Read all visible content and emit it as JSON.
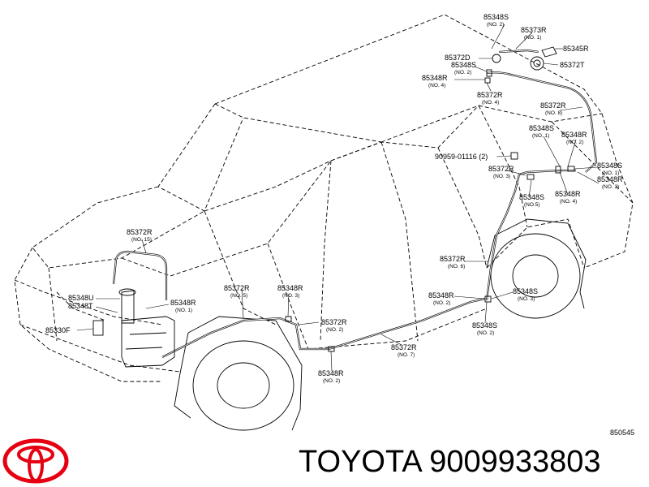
{
  "brand": {
    "name": "TOYOTA",
    "part_number": "9009933803"
  },
  "diagram_code": "850545",
  "labels": [
    {
      "id": "p-85348S-top",
      "text": "85348S",
      "sub": "(NO. 2)"
    },
    {
      "id": "p-85373R",
      "text": "85373R",
      "sub": "(NO. 1)"
    },
    {
      "id": "p-85345R",
      "text": "85345R",
      "sub": ""
    },
    {
      "id": "p-85372D",
      "text": "85372D",
      "sub": ""
    },
    {
      "id": "p-85348S-2",
      "text": "85348S",
      "sub": "(NO. 2)"
    },
    {
      "id": "p-85372T",
      "text": "85372T",
      "sub": ""
    },
    {
      "id": "p-85348R-4a",
      "text": "85348R",
      "sub": "(NO. 4)"
    },
    {
      "id": "p-85372R-4",
      "text": "85372R",
      "sub": "(NO. 4)"
    },
    {
      "id": "p-85372R-right",
      "text": "85372R",
      "sub": "(NO. 8)"
    },
    {
      "id": "p-85348S-1",
      "text": "85348S",
      "sub": "(NO. 1)"
    },
    {
      "id": "p-85348R-2r",
      "text": "85348R",
      "sub": "(NO. 2)"
    },
    {
      "id": "p-90959",
      "text": "90959-01116 (2)",
      "sub": ""
    },
    {
      "id": "p-85348S-r1",
      "text": "85348S",
      "sub": "(NO. 1)"
    },
    {
      "id": "p-85348R-r2",
      "text": "85348R",
      "sub": "(NO. 2)"
    },
    {
      "id": "p-85372R-3",
      "text": "85372R",
      "sub": "(NO. 3)"
    },
    {
      "id": "p-85348R-4b",
      "text": "85348R",
      "sub": "(NO. 4)"
    },
    {
      "id": "p-85348S-5",
      "text": "85348S",
      "sub": "(NO.5)"
    },
    {
      "id": "p-85372R-15",
      "text": "85372R",
      "sub": "(NO. 15)"
    },
    {
      "id": "p-85372R-6",
      "text": "85372R",
      "sub": "(NO. 6)"
    },
    {
      "id": "p-85348U",
      "text": "85348U",
      "sub": ""
    },
    {
      "id": "p-85348T",
      "text": "85348T",
      "sub": ""
    },
    {
      "id": "p-85348R-1",
      "text": "85348R",
      "sub": "(NO. 1)"
    },
    {
      "id": "p-85372R-5",
      "text": "85372R",
      "sub": "(NO. 5)"
    },
    {
      "id": "p-85348R-3",
      "text": "85348R",
      "sub": "(NO. 3)"
    },
    {
      "id": "p-85348R-mid",
      "text": "85348R",
      "sub": "(NO. 2)"
    },
    {
      "id": "p-85348S-3",
      "text": "85348S",
      "sub": "(NO. 3)"
    },
    {
      "id": "p-85330F",
      "text": "85330F",
      "sub": ""
    },
    {
      "id": "p-85372R-2",
      "text": "85372R",
      "sub": "(NO. 2)"
    },
    {
      "id": "p-85348S-b2",
      "text": "85348S",
      "sub": "(NO. 2)"
    },
    {
      "id": "p-85372R-7",
      "text": "85372R",
      "sub": "(NO. 7)"
    },
    {
      "id": "p-85348R-b2",
      "text": "85348R",
      "sub": "(NO. 2)"
    }
  ],
  "colors": {
    "logo_red": "#e60012",
    "line": "#000000",
    "background": "#ffffff"
  }
}
